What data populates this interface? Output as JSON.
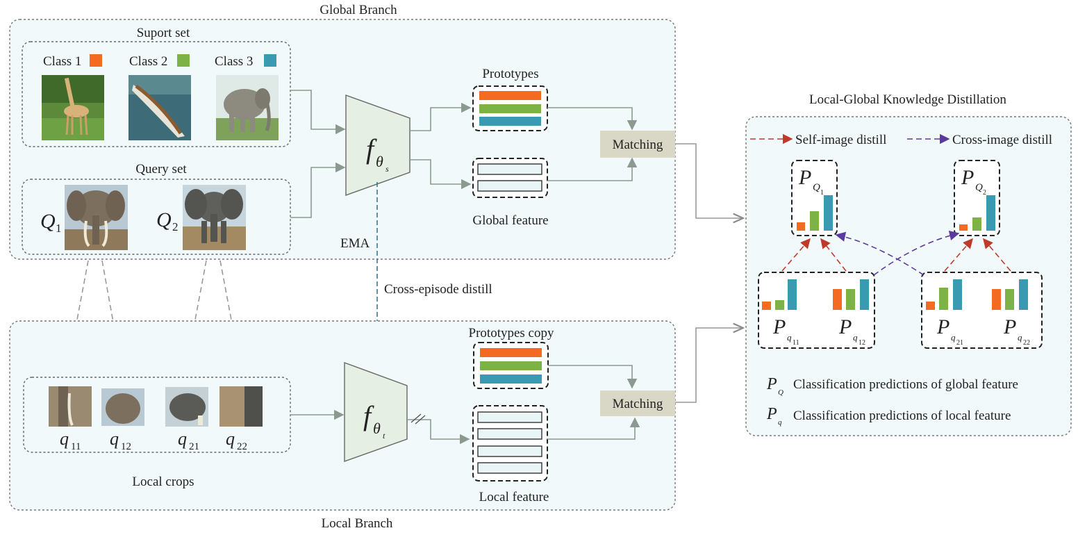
{
  "global_branch": {
    "title": "Global Branch",
    "support_set": {
      "title": "Suport set",
      "classes": [
        {
          "label": "Class 1",
          "color": "#f26b21",
          "image": "giraffe"
        },
        {
          "label": "Class 2",
          "color": "#7db346",
          "image": "boat"
        },
        {
          "label": "Class 3",
          "color": "#3a9ab1",
          "image": "elephant"
        }
      ]
    },
    "query_set": {
      "title": "Query set",
      "queries": [
        {
          "letter": "Q",
          "sub": "1"
        },
        {
          "letter": "Q",
          "sub": "2"
        }
      ]
    },
    "encoder": {
      "symbol": "f",
      "sub": "θ",
      "subsub": "s"
    },
    "prototypes_label": "Prototypes",
    "feature_label": "Global  feature",
    "matching_label": "Matching",
    "ema_label": "EMA"
  },
  "cross_episode_label": "Cross-episode  distill",
  "local_branch": {
    "title": "Local Branch",
    "crops": [
      {
        "letter": "q",
        "sub": "11"
      },
      {
        "letter": "q",
        "sub": "12"
      },
      {
        "letter": "q",
        "sub": "21"
      },
      {
        "letter": "q",
        "sub": "22"
      }
    ],
    "crops_label": "Local crops",
    "encoder": {
      "symbol": "f",
      "sub": "θ",
      "subsub": "t"
    },
    "prototypes_label": "Prototypes copy",
    "feature_label": "Local  feature",
    "matching_label": "Matching"
  },
  "distillation": {
    "title": "Local-Global Knowledge Distillation",
    "self_label": "Self-image distill",
    "cross_label": "Cross-image distill",
    "self_color": "#c0392b",
    "cross_color": "#5b3aa0",
    "global_preds": [
      {
        "symbol": "P",
        "sub": "Q",
        "subsub": "1"
      },
      {
        "symbol": "P",
        "sub": "Q",
        "subsub": "2"
      }
    ],
    "local_preds": [
      {
        "symbol": "P",
        "sub": "q",
        "subsub": "11"
      },
      {
        "symbol": "P",
        "sub": "q",
        "subsub": "12"
      },
      {
        "symbol": "P",
        "sub": "q",
        "subsub": "21"
      },
      {
        "symbol": "P",
        "sub": "q",
        "subsub": "22"
      }
    ],
    "legend": [
      {
        "symbol": "P",
        "sub": "Q",
        "text": "Classification predictions of global feature"
      },
      {
        "symbol": "P",
        "sub": "q",
        "text": "Classification predictions of local feature"
      }
    ]
  }
}
